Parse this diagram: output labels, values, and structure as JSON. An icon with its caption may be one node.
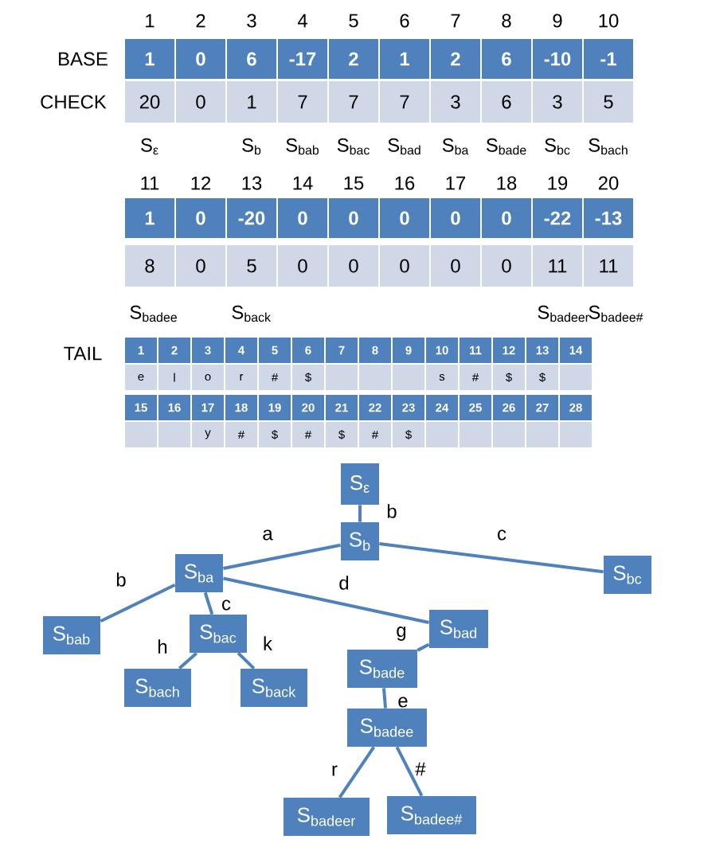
{
  "diagram": {
    "nodes": [
      {
        "text": [
          "S$_{ε}$"
        ]
      },
      {
        "text": [
          "S$_{b}$"
        ]
      },
      {
        "text": [
          "S$_{ba}$"
        ]
      },
      {
        "text": [
          "S$_{bc}$"
        ]
      },
      {
        "text": [
          "S$_{bab}$"
        ]
      },
      {
        "text": [
          "S$_{bac}$"
        ]
      },
      {
        "text": [
          "S$_{bad}$"
        ]
      },
      {
        "text": [
          "S$_{bach}$"
        ]
      },
      {
        "text": [
          "S$_{back}$"
        ]
      },
      {
        "text": [
          "S$_{bade}$"
        ]
      },
      {
        "text": [
          "S$_{badee}$"
        ]
      },
      {
        "text": [
          "S$_{badeer}$"
        ]
      },
      {
        "text": [
          "S$_{badee#}$"
        ]
      }
    ],
    "edges": [
      {
        "from": 0,
        "to": 1,
        "arrow": "none",
        "label": "b"
      },
      {
        "from": 1,
        "to": 2,
        "arrow": "none",
        "label": "a"
      },
      {
        "from": 1,
        "to": 3,
        "arrow": "none",
        "label": "c"
      },
      {
        "from": 2,
        "to": 4,
        "arrow": "none",
        "label": "b"
      },
      {
        "from": 2,
        "to": 5,
        "arrow": "none",
        "label": "c"
      },
      {
        "from": 2,
        "to": 6,
        "arrow": "none",
        "label": "d"
      },
      {
        "from": 5,
        "to": 7,
        "arrow": "none",
        "label": "h"
      },
      {
        "from": 5,
        "to": 8,
        "arrow": "none",
        "label": "k"
      },
      {
        "from": 6,
        "to": 9,
        "arrow": "none",
        "label": "g"
      },
      {
        "from": 9,
        "to": 10,
        "arrow": "none",
        "label": "e"
      },
      {
        "from": 10,
        "to": 11,
        "arrow": "none",
        "label": "r"
      },
      {
        "from": 10,
        "to": 12,
        "arrow": "none",
        "label": "#"
      }
    ],
    "labels": [
      "1",
      "2",
      "3",
      "4",
      "5",
      "6",
      "7",
      "8",
      "9",
      "10",
      "BASE",
      "1",
      "0",
      "6",
      "-17",
      "2",
      "1",
      "2",
      "6",
      "-10",
      "-1",
      "CHECK",
      "20",
      "0",
      "1",
      "7",
      "7",
      "7",
      "3",
      "6",
      "3",
      "5",
      "S$_{ε}$",
      "S$_{b}$",
      "S$_{bab}$",
      "S$_{bac}$",
      "S$_{bad}$",
      "S$_{ba}$",
      "S$_{bade}$",
      "S$_{bc}$",
      "S$_{bach}$",
      "11",
      "12",
      "13",
      "14",
      "15",
      "16",
      "17",
      "18",
      "19",
      "20",
      "1",
      "0",
      "-20",
      "0",
      "0",
      "0",
      "0",
      "0",
      "-22",
      "-13",
      "8",
      "0",
      "5",
      "0",
      "0",
      "0",
      "0",
      "0",
      "11",
      "11",
      "S$_{badee}$",
      "S$_{back}$",
      "S$_{badeer}$",
      "S$_{badee#}$",
      "TAIL",
      "1",
      "2",
      "3",
      "4",
      "5",
      "6",
      "7",
      "8",
      "9",
      "10",
      "11",
      "12",
      "13",
      "14",
      "e",
      "l",
      "o",
      "r",
      "#",
      "$",
      "s",
      "#",
      "$",
      "$",
      "15",
      "16",
      "17",
      "18",
      "19",
      "20",
      "21",
      "22",
      "23",
      "24",
      "25",
      "26",
      "27",
      "28",
      "y",
      "#",
      "$",
      "#",
      "$",
      "#",
      "$"
    ]
  }
}
